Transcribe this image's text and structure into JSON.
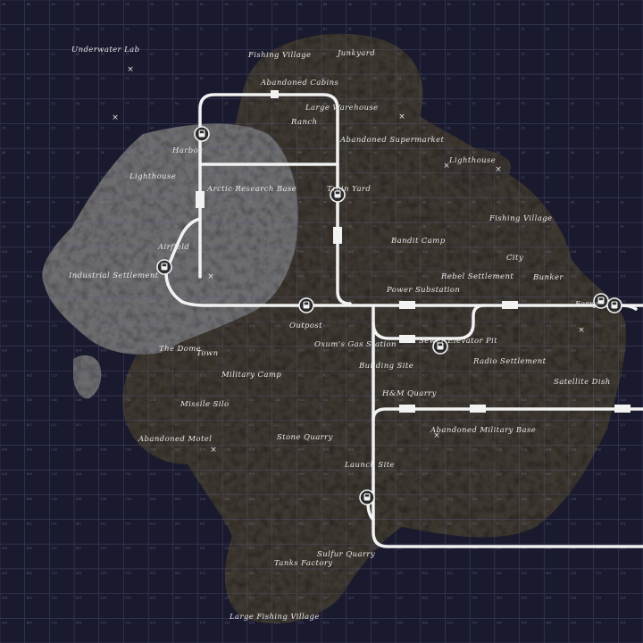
{
  "map": {
    "colors": {
      "background": "#1a1a2e",
      "grid": "#5c6088",
      "land_light": "#6e6e72",
      "land_dark": "#3a3630",
      "rail": "#f2f2f2",
      "label": "#e8e8e8"
    },
    "grid": {
      "columns": 26,
      "rows": 26,
      "letters": "ABCDEFGHIJKLMNOPQRSTUVWXYZ"
    },
    "labels": [
      "Underwater Lab",
      "Fishing Village",
      "Junkyard",
      "Abandoned Cabins",
      "Large Warehouse",
      "Ranch",
      "Harbor",
      "Abandoned Supermarket",
      "Lighthouse",
      "Lighthouse",
      "Arctic Research Base",
      "Train Yard",
      "Fishing Village",
      "Bandit Camp",
      "Airfield",
      "City",
      "Industrial Settlement",
      "Rebel Settlement",
      "Bunker",
      "Power Substation",
      "Ferry",
      "Outpost",
      "Oxum's Gas Station",
      "Sewer Elevator Pit",
      "The Dome",
      "Town",
      "Radio Settlement",
      "Building Site",
      "Military Camp",
      "Satellite Dish",
      "H&M Quarry",
      "Missile Silo",
      "Abandoned Military Base",
      "Stone Quarry",
      "Abandoned Motel",
      "Launch Site",
      "Sulfur Quarry",
      "Tanks Factory",
      "Large Fishing Village"
    ],
    "markers": [
      {
        "symbol": "×",
        "icon": "cross-marker-icon"
      },
      {
        "symbol": "×",
        "icon": "cross-marker-icon"
      },
      {
        "symbol": "×",
        "icon": "cross-marker-icon"
      },
      {
        "symbol": "×",
        "icon": "cross-marker-icon"
      },
      {
        "symbol": "×",
        "icon": "cross-marker-icon"
      },
      {
        "symbol": "×",
        "icon": "cross-marker-icon"
      },
      {
        "symbol": "×",
        "icon": "cross-marker-icon"
      },
      {
        "symbol": "×",
        "icon": "cross-marker-icon"
      },
      {
        "symbol": "×",
        "icon": "cross-marker-icon"
      }
    ],
    "train_icon": "train-icon"
  }
}
